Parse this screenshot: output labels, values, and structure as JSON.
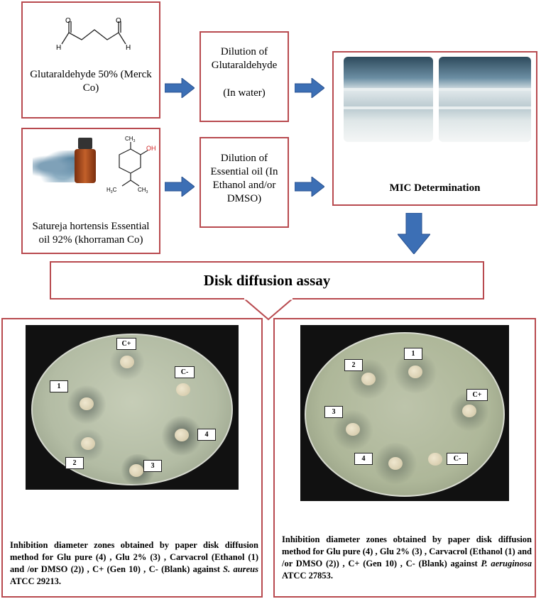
{
  "glutaraldehyde": {
    "label": "Glutaraldehyde 50% (Merck Co)",
    "atom_h1": "H",
    "atom_h2": "H",
    "atom_o1": "O",
    "atom_o2": "O"
  },
  "essential_oil": {
    "label": "Satureja hortensis Essential oil 92% (khorraman Co)",
    "atom_ch3": "CH",
    "atom_ch3_sub": "3",
    "atom_oh": "OH",
    "atom_h3c": "H",
    "atom_h3c_sub": "3",
    "atom_c": "C",
    "atom_ch3b": "CH",
    "atom_ch3b_sub": "3"
  },
  "dilution_glu": {
    "line1": "Dilution of Glutaraldehyde",
    "line2": "(In water)"
  },
  "dilution_oil": {
    "text": "Dilution of Essential oil (In Ethanol and/or DMSO)"
  },
  "mic": {
    "label": "MIC Determination"
  },
  "disk_assay": {
    "title": "Disk diffusion assay"
  },
  "left_dish": {
    "labels": [
      "C+",
      "1",
      "C-",
      "4",
      "2",
      "3"
    ],
    "caption_text": "Inhibition diameter zones obtained by paper disk diffusion method for Glu pure (4) , Glu 2% (3) , Carvacrol (Ethanol (1) and /or DMSO (2)) , C+ (Gen 10) , C- (Blank) against ",
    "caption_organism": "S. aureus",
    "caption_end": " ATCC 29213."
  },
  "right_dish": {
    "labels": [
      "2",
      "1",
      "C+",
      "3",
      "4",
      "C-"
    ],
    "caption_text": "Inhibition diameter zones obtained by paper disk diffusion method for Glu pure (4) , Glu 2% (3) , Carvacrol (Ethanol (1) and /or DMSO (2)) , C+ (Gen 10) , C- (Blank) against ",
    "caption_organism": "P. aeruginosa",
    "caption_end": " ATCC 27853."
  },
  "colors": {
    "border": "#b84a4f",
    "arrow": "#3c6fb5"
  }
}
